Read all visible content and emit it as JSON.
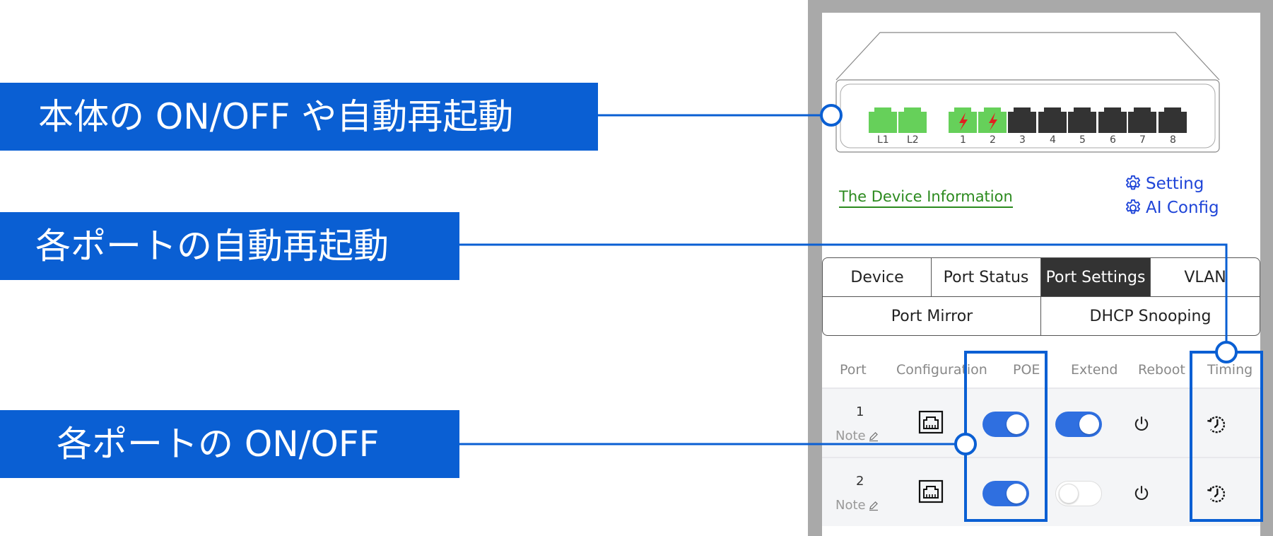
{
  "callouts": {
    "power": "本体の ON/OFF や自動再起動",
    "port_reboot": "各ポートの自動再起動",
    "port_onoff": "各ポートの ON/OFF"
  },
  "switch": {
    "port_labels": [
      "L1",
      "L2",
      "1",
      "2",
      "3",
      "4",
      "5",
      "6",
      "7",
      "8"
    ]
  },
  "device_info_link": "The Device Information",
  "links": {
    "setting": "Setting",
    "ai_config": "AI Config"
  },
  "tabs": {
    "device": "Device",
    "port_status": "Port Status",
    "port_settings": "Port Settings",
    "vlan": "VLAN",
    "port_mirror": "Port Mirror",
    "dhcp_snooping": "DHCP Snooping"
  },
  "table": {
    "headers": {
      "port": "Port",
      "configuration": "Configuration",
      "poe": "POE",
      "extend": "Extend",
      "reboot": "Reboot",
      "timing": "Timing"
    },
    "rows": [
      {
        "port": "1",
        "note": "Note",
        "poe": "on",
        "extend": "on"
      },
      {
        "port": "2",
        "note": "Note",
        "poe": "on",
        "extend": "off"
      }
    ]
  },
  "colors": {
    "callout_bg": "#0a5fd3",
    "accent": "#0a5fd3",
    "toggle_on": "#2f6fe0",
    "port_green": "#66d05a",
    "poe_bolt": "#e02020"
  }
}
